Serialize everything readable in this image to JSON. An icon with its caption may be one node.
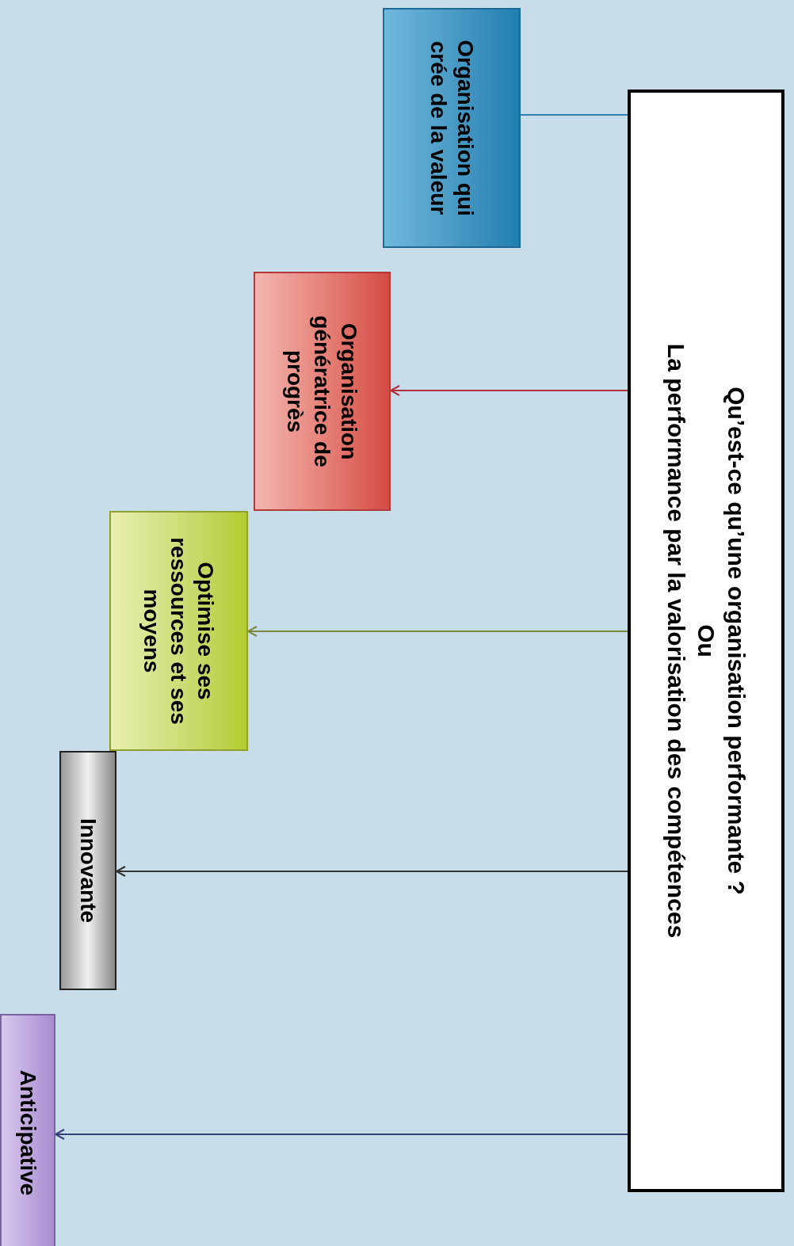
{
  "diagram": {
    "nodes": [
      {
        "text": [
          "Qu’est-ce qu’une organisation performante ?",
          "Ou",
          "La performance par la valorisation des compétences"
        ]
      },
      {
        "text": [
          "Organisation qui crée de la valeur"
        ]
      },
      {
        "text": [
          "Organisation génératrice de progrès"
        ]
      },
      {
        "text": [
          "Optimise ses ressources et ses moyens"
        ]
      },
      {
        "text": [
          "Innovante"
        ]
      },
      {
        "text": [
          "Anticipative"
        ]
      }
    ],
    "edges": [
      {
        "from": 0,
        "to": 1,
        "arrow": "none",
        "color": "#2f7fb0"
      },
      {
        "from": 0,
        "to": 2,
        "arrow": "to",
        "color": "#b03040"
      },
      {
        "from": 0,
        "to": 3,
        "arrow": "to",
        "color": "#7a8a40"
      },
      {
        "from": 0,
        "to": 4,
        "arrow": "to",
        "color": "#333333"
      },
      {
        "from": 0,
        "to": 5,
        "arrow": "to",
        "color": "#34407a"
      }
    ]
  }
}
